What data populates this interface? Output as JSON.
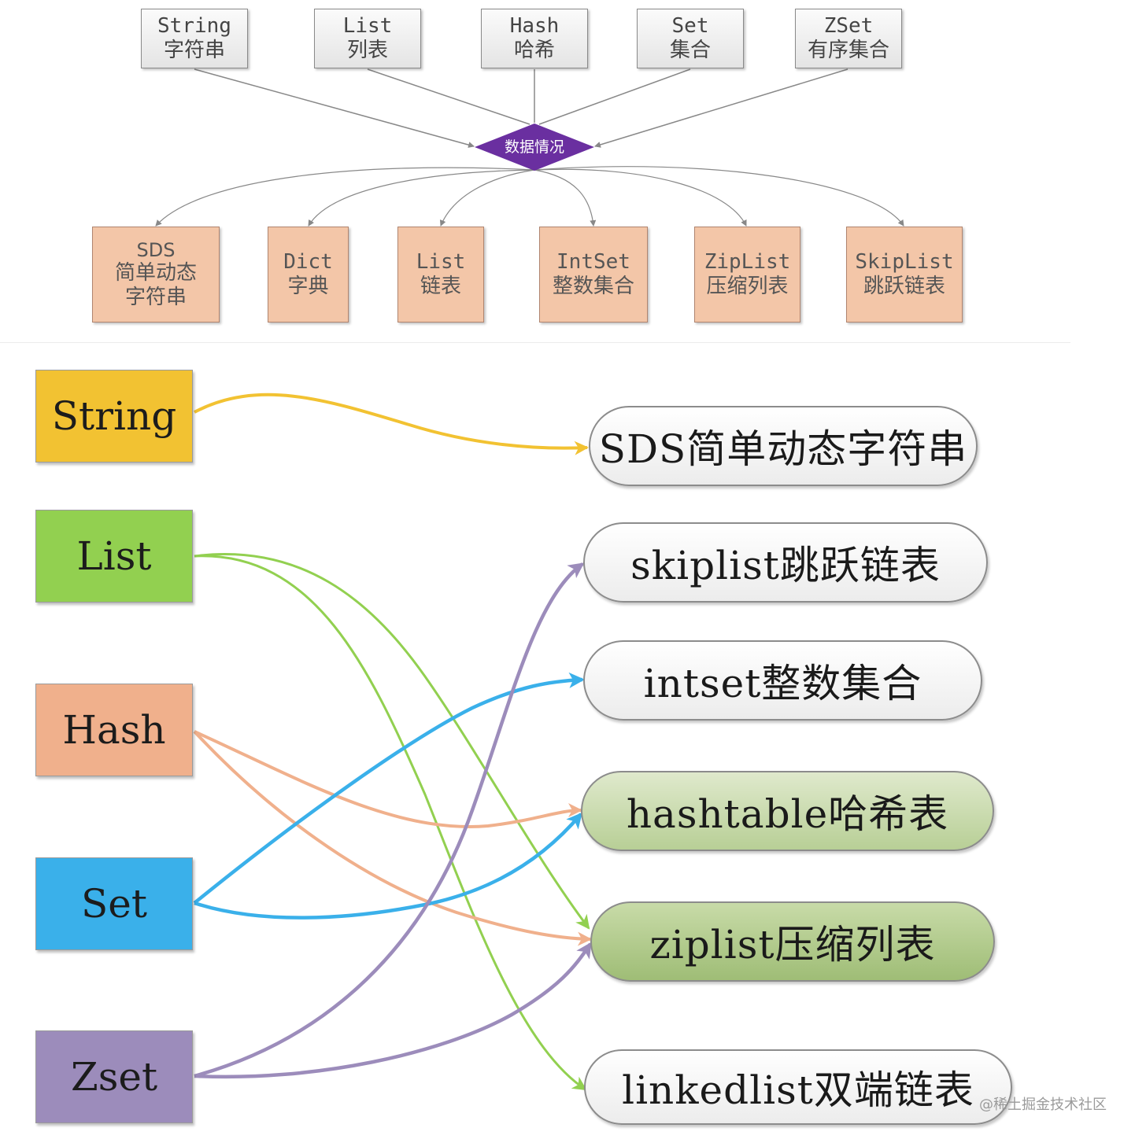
{
  "top_diagram": {
    "types": [
      {
        "en": "String",
        "zh": "字符串"
      },
      {
        "en": "List",
        "zh": "列表"
      },
      {
        "en": "Hash",
        "zh": "哈希"
      },
      {
        "en": "Set",
        "zh": "集合"
      },
      {
        "en": "ZSet",
        "zh": "有序集合"
      }
    ],
    "center_label": "数据情况",
    "center_color": "#6a2fa0",
    "implementations": [
      {
        "en": "SDS",
        "zh1": "简单动态",
        "zh2": "字符串"
      },
      {
        "en": "Dict",
        "zh1": "字典"
      },
      {
        "en": "List",
        "zh1": "链表"
      },
      {
        "en": "IntSet",
        "zh1": "整数集合"
      },
      {
        "en": "ZipList",
        "zh1": "压缩列表"
      },
      {
        "en": "SkipList",
        "zh1": "跳跃链表"
      }
    ]
  },
  "bottom_diagram": {
    "types": [
      {
        "label": "String",
        "color": "#f2c232"
      },
      {
        "label": "List",
        "color": "#92d050"
      },
      {
        "label": "Hash",
        "color": "#f0b08c"
      },
      {
        "label": "Set",
        "color": "#3ab0ea"
      },
      {
        "label": "Zset",
        "color": "#9c8cbb"
      }
    ],
    "structures": [
      {
        "label": "SDS简单动态字符串"
      },
      {
        "label": "skiplist跳跃链表"
      },
      {
        "label": "intset整数集合"
      },
      {
        "label": "hashtable哈希表"
      },
      {
        "label": "ziplist压缩列表"
      },
      {
        "label": "linkedlist双端链表"
      }
    ],
    "mappings": [
      {
        "from": "String",
        "to": "SDS简单动态字符串"
      },
      {
        "from": "List",
        "to": "ziplist压缩列表"
      },
      {
        "from": "List",
        "to": "linkedlist双端链表"
      },
      {
        "from": "Hash",
        "to": "hashtable哈希表"
      },
      {
        "from": "Hash",
        "to": "ziplist压缩列表"
      },
      {
        "from": "Set",
        "to": "intset整数集合"
      },
      {
        "from": "Set",
        "to": "hashtable哈希表"
      },
      {
        "from": "Zset",
        "to": "skiplist跳跃链表"
      },
      {
        "from": "Zset",
        "to": "ziplist压缩列表"
      }
    ]
  },
  "watermark": "@稀土掘金技术社区"
}
